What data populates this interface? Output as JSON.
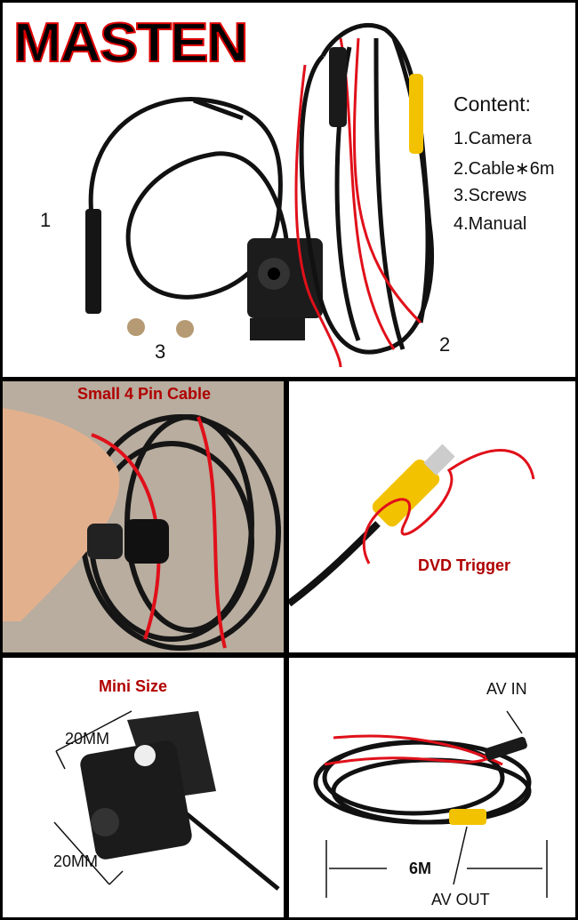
{
  "brand": "MASTEN",
  "contents": {
    "title": "Content:",
    "items": [
      "1.Camera",
      "2.Cable∗6m",
      "3.Screws",
      "4.Manual"
    ]
  },
  "labels": {
    "camera": "1",
    "cable": "2",
    "screws": "3"
  },
  "panels": {
    "cable4": {
      "caption": "Small 4 Pin Cable"
    },
    "trigger": {
      "caption": "DVD Trigger"
    },
    "mini": {
      "caption": "Mini Size",
      "width": "20MM",
      "height": "20MM"
    },
    "length": {
      "av_in": "AV IN",
      "length": "6M",
      "av_out": "AV OUT"
    }
  },
  "colors": {
    "red_wire": "#e0101a",
    "rca_yellow": "#f2c200",
    "cable": "#111111",
    "caption": "#b00000"
  }
}
